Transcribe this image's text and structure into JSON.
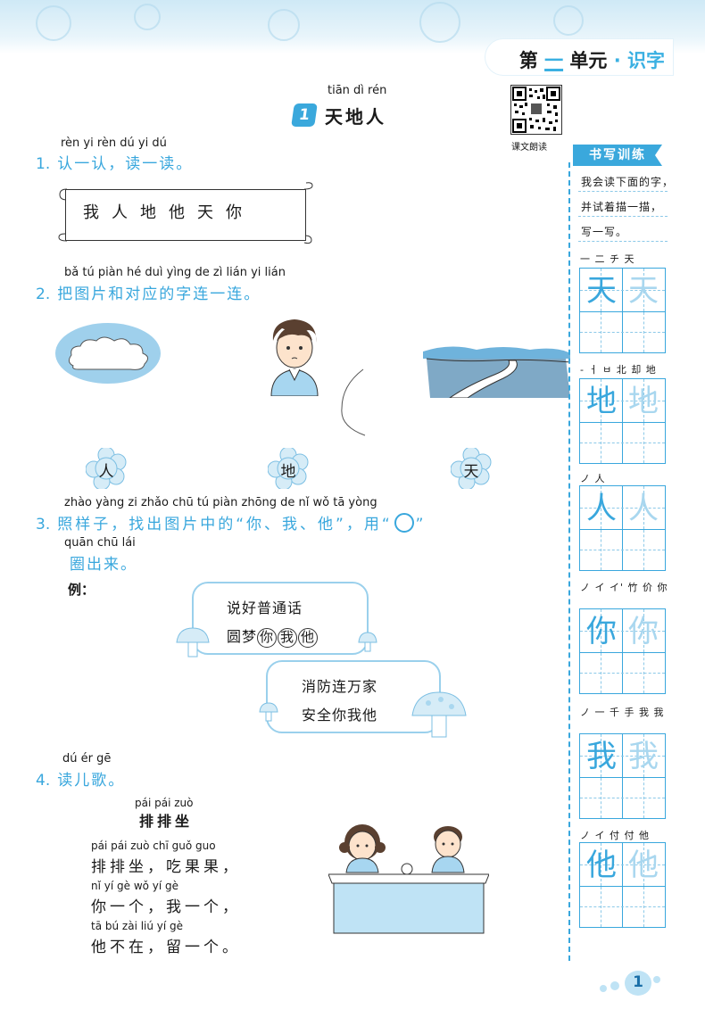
{
  "unit": {
    "prefix": "第",
    "number": "一",
    "suffix": "单元",
    "dot": "·",
    "topic": "识字"
  },
  "lesson": {
    "pinyin": "tiān dì rén",
    "number": "1",
    "title": "天地人"
  },
  "qr": {
    "label": "课文朗读"
  },
  "q1": {
    "pinyin": "rèn yi rèn   dú yi dú",
    "number": "1.",
    "text": "认一认，读一读。",
    "chars": "我人地他天你"
  },
  "q2": {
    "pinyin": "bǎ tú piàn hé duì yìng de zì lián yi lián",
    "number": "2.",
    "text": "把图片和对应的字连一连。",
    "flowers": [
      "人",
      "地",
      "天"
    ]
  },
  "q3": {
    "pinyin1": "zhào yàng zi   zhǎo chū tú piàn zhōng de   nǐ   wǒ   tā   yòng",
    "number": "3.",
    "text1": "照样子，找出图片中的“你、我、他”，用“",
    "text1_end": "”",
    "pinyin2": "quān chū lái",
    "text2": "圈出来。",
    "example_label": "例：",
    "card1_line1": "说好普通话",
    "card1_line2_prefix": "圆梦",
    "card1_circled": [
      "你",
      "我",
      "他"
    ],
    "card2_line1": "消防连万家",
    "card2_line2": "安全你我他"
  },
  "q4": {
    "pinyin": "dú ér gē",
    "number": "4.",
    "text": "读儿歌。",
    "poem_title_pinyin": "pái pái zuò",
    "poem_title": "排排坐",
    "lines": [
      {
        "pinyin": "pái pái zuò    chī guǒ guo",
        "text": "排排坐，吃果果，"
      },
      {
        "pinyin": "nǐ  yí gè     wǒ  yí gè",
        "text": "你一个，我一个，"
      },
      {
        "pinyin": "tā bú zài     liú yí gè",
        "text": "他不在，留一个。"
      }
    ]
  },
  "sidebar": {
    "title": "书写训练",
    "instructions": [
      "我会读下面的字，",
      "并试着描一描，",
      "写一写。"
    ],
    "chars": [
      {
        "char": "天",
        "strokes": "一 二 チ 天"
      },
      {
        "char": "地",
        "strokes": "- ㅓ ㅂ 北 却 地"
      },
      {
        "char": "人",
        "strokes": "ノ 人"
      },
      {
        "char": "你",
        "strokes": "ノ イ イ' 竹 价 你"
      },
      {
        "char": "我",
        "strokes": "ノ 一 千 手 我 我"
      },
      {
        "char": "他",
        "strokes": "ノ イ 付 付 他"
      }
    ]
  },
  "page_number": "1",
  "colors": {
    "accent": "#39a7dd",
    "light": "#a9d7ef",
    "band": "#cfe9f6"
  }
}
